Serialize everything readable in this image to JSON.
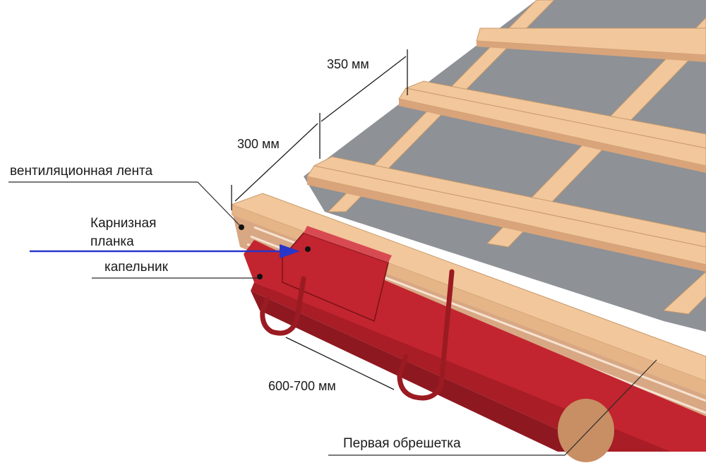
{
  "labels": {
    "vent_tape": "вентиляционная лента",
    "eave_strip_line1": "Карнизная",
    "eave_strip_line2": "планка",
    "drip_edge": "капельник",
    "first_batten": "Первая обрешетка"
  },
  "dimensions": {
    "batten_gap_top": "350 мм",
    "batten_gap_first": "300 мм",
    "hook_spacing": "600-700 мм"
  },
  "colors": {
    "wood": "#f2c79b",
    "wood_edge": "#c79a6c",
    "membrane": "#8e9196",
    "gutter": "#c2252f",
    "gutter_dark": "#8e1820",
    "arrow": "#2a36c8",
    "leader": "#2b2b2b"
  }
}
